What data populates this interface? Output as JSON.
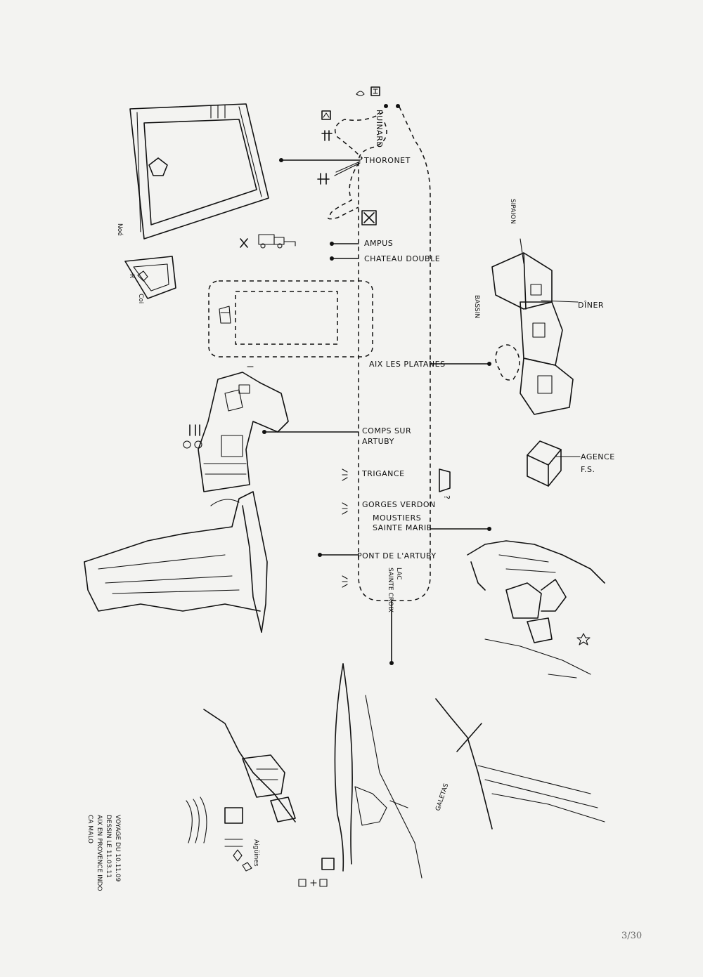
{
  "route_labels": {
    "ruinard": "RUINARD",
    "thoronet": "THORONET",
    "ampus": "AMPUS",
    "chateau": "CHATEAU DOUBLE",
    "aix": "AIX LES PLATANES",
    "comps": "COMPS SUR",
    "artuby": "ARTUBY",
    "trigance": "TRIGANCE",
    "gorges": "GORGES VERDON",
    "moustiers": "MOUSTIERS",
    "sainte_marie": "SAINTE MARIE",
    "pont": "PONT DE L'ARTUBY",
    "lac": "LAC",
    "sainte_croix": "SAINTE CROIX"
  },
  "side_labels": {
    "noe": "Noé",
    "r": "R",
    "coi": "Coi",
    "sipaion": "SIPAION",
    "bassin": "BASSIN",
    "diner": "DÎNER",
    "agence": "AGENCE",
    "fs": "F.S.",
    "aigoines": "Aigüines",
    "galetas": "GALETAS"
  },
  "signature": {
    "line1": "VOYAGE DU 10.11.09",
    "line2": "DESSIN LE 11.03.11",
    "line3": "AIX EN PROVENCE INDO",
    "line4": "CA MALO"
  },
  "question_mark": "?",
  "edition": "3/30"
}
